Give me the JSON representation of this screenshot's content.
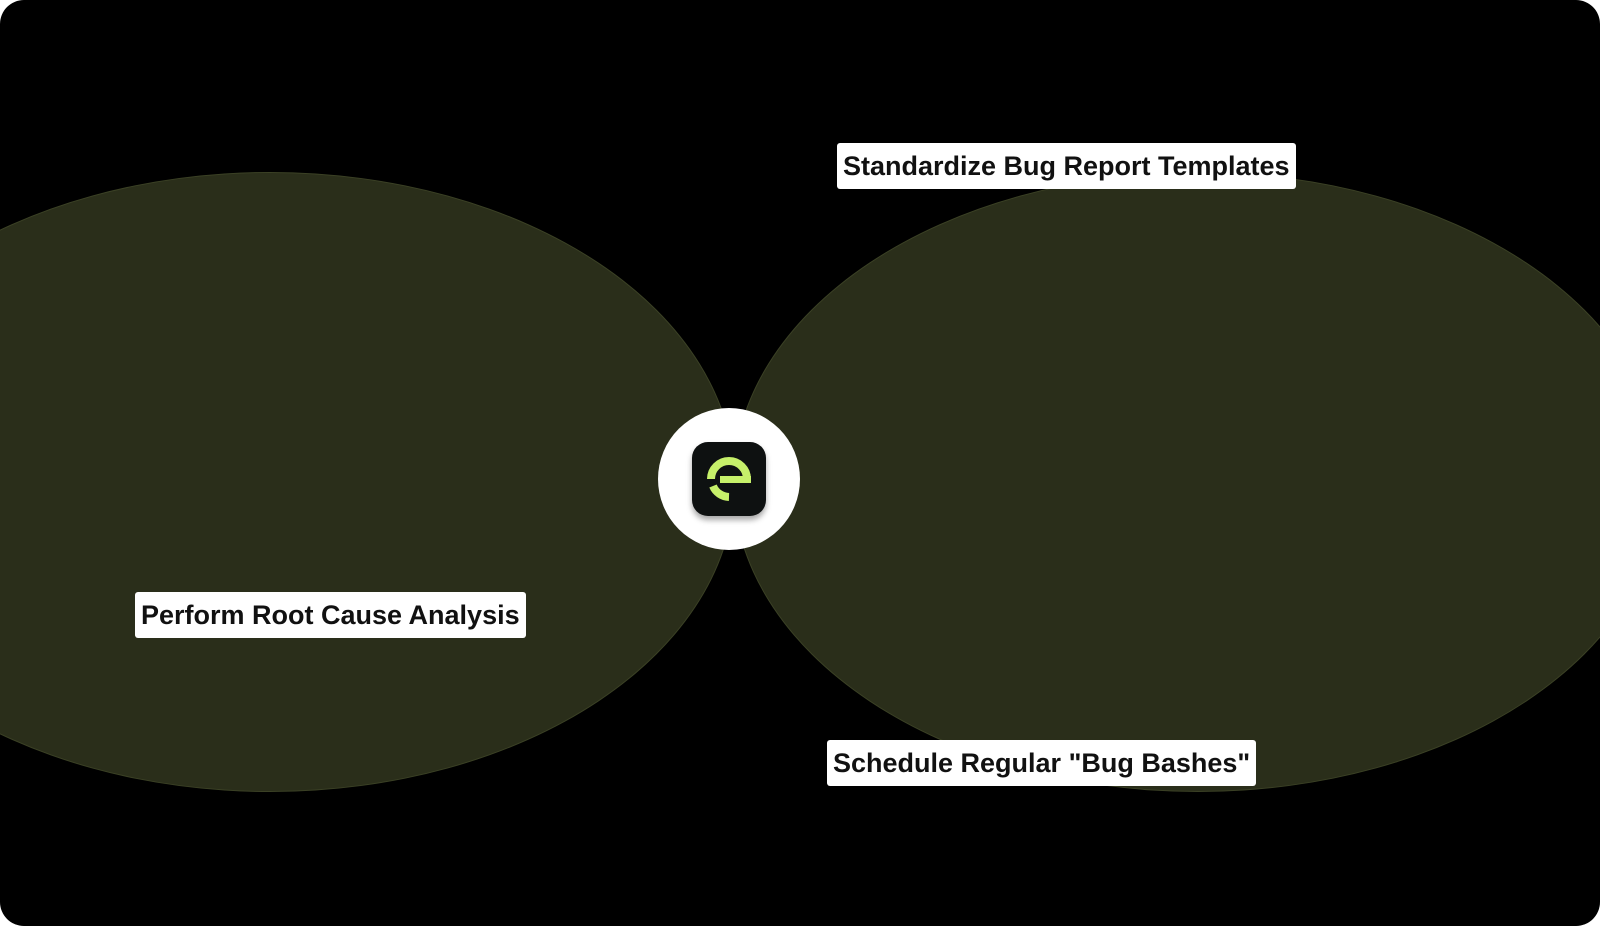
{
  "colors": {
    "background": "#000000",
    "region_fill": "#2a2e1a",
    "hub_fill": "#ffffff",
    "logo_tile": "#0e1111",
    "logo_accent": "#c6f06a",
    "label_bg": "#ffffff",
    "label_text": "#111111"
  },
  "hub": {
    "icon": "e-logo-icon"
  },
  "labels": {
    "top_right": "Standardize Bug Report Templates",
    "left": "Perform Root Cause Analysis",
    "bottom_right": "Schedule Regular \"Bug Bashes\""
  }
}
